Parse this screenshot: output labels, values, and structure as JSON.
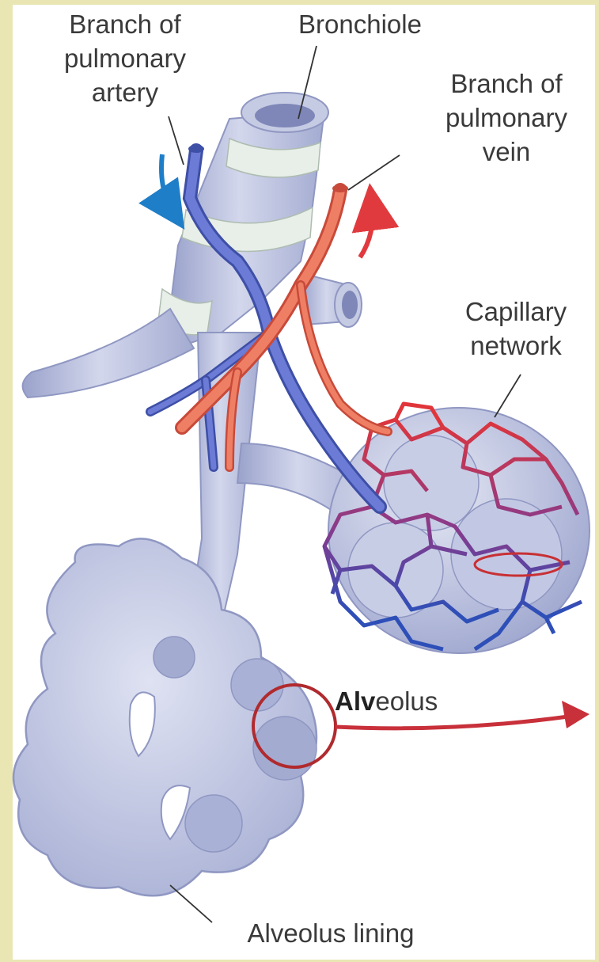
{
  "colors": {
    "border": "#e9e6b4",
    "airway": "#c6cbe4",
    "airway_shadow": "#8f97c2",
    "cartilage_ring": "#e8efe9",
    "artery": "#5b6ccd",
    "vein": "#ef7f64",
    "capillary_oxygenated": "#e0353a",
    "capillary_deoxygenated": "#2e4fb8",
    "flow_arrow_in": "#1f7ec8",
    "flow_arrow_out": "#e03a3f",
    "highlight_circle": "#b02a2e"
  },
  "labels": {
    "artery": [
      "Branch of",
      "pulmonary",
      "artery"
    ],
    "bronchiole": "Bronchiole",
    "vein": [
      "Branch of",
      "pulmonary",
      "vein"
    ],
    "capillary": [
      "Capillary",
      "network"
    ],
    "alveolus_bold": "Alv",
    "alveolus_rest": "eolus",
    "alveolus_lining": "Alveolus lining"
  }
}
